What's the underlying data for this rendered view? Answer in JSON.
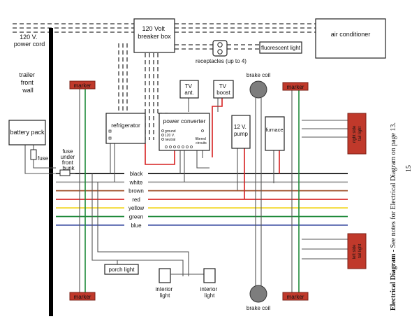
{
  "labels": {
    "power_cord": [
      "120 V.",
      "power cord"
    ],
    "breaker_box": [
      "120 Volt",
      "breaker box"
    ],
    "air_conditioner": "air conditioner",
    "fluorescent_light": "fluorescent light",
    "receptacles": "receptacles (up to 4)",
    "trailer_front_wall": [
      "trailer",
      "front",
      "wall"
    ],
    "marker": "marker",
    "brake_coil": "brake coil",
    "tv_ant": [
      "TV",
      "ant."
    ],
    "tv_boost": [
      "TV",
      "boost"
    ],
    "refrigerator": "refrigerator",
    "power_converter": "power converter",
    "converter_terminals": [
      "ground",
      "120 V.",
      "neutral"
    ],
    "converter_filtered": [
      "filtered",
      "circuits"
    ],
    "pump": [
      "12 V.",
      "pump"
    ],
    "furnace": "furnace",
    "battery_pack": "battery pack",
    "fuse": "fuse",
    "fuse_under_bunk": [
      "fuse",
      "under",
      "front",
      "bunk"
    ],
    "tail_light_right": [
      "right side",
      "tail light"
    ],
    "tail_light_left": [
      "left side",
      "tail light"
    ],
    "porch_light": "porch light",
    "interior_light": [
      "interior",
      "light"
    ],
    "caption_bold": "Electrical Diagram -",
    "caption_rest": " See notes for Electrical Diagram on page 13.",
    "page_number": "15"
  },
  "wires": [
    {
      "name": "black",
      "color": "#111111"
    },
    {
      "name": "white",
      "color": "#9a9a9a"
    },
    {
      "name": "brown",
      "color": "#a0522d"
    },
    {
      "name": "red",
      "color": "#d62020"
    },
    {
      "name": "yellow",
      "color": "#f0d000"
    },
    {
      "name": "green",
      "color": "#1e8a3a"
    },
    {
      "name": "blue",
      "color": "#2a3f9a"
    }
  ],
  "colors": {
    "marker_fill": "#c0392b",
    "brake_coil": "#7d7d7d"
  }
}
